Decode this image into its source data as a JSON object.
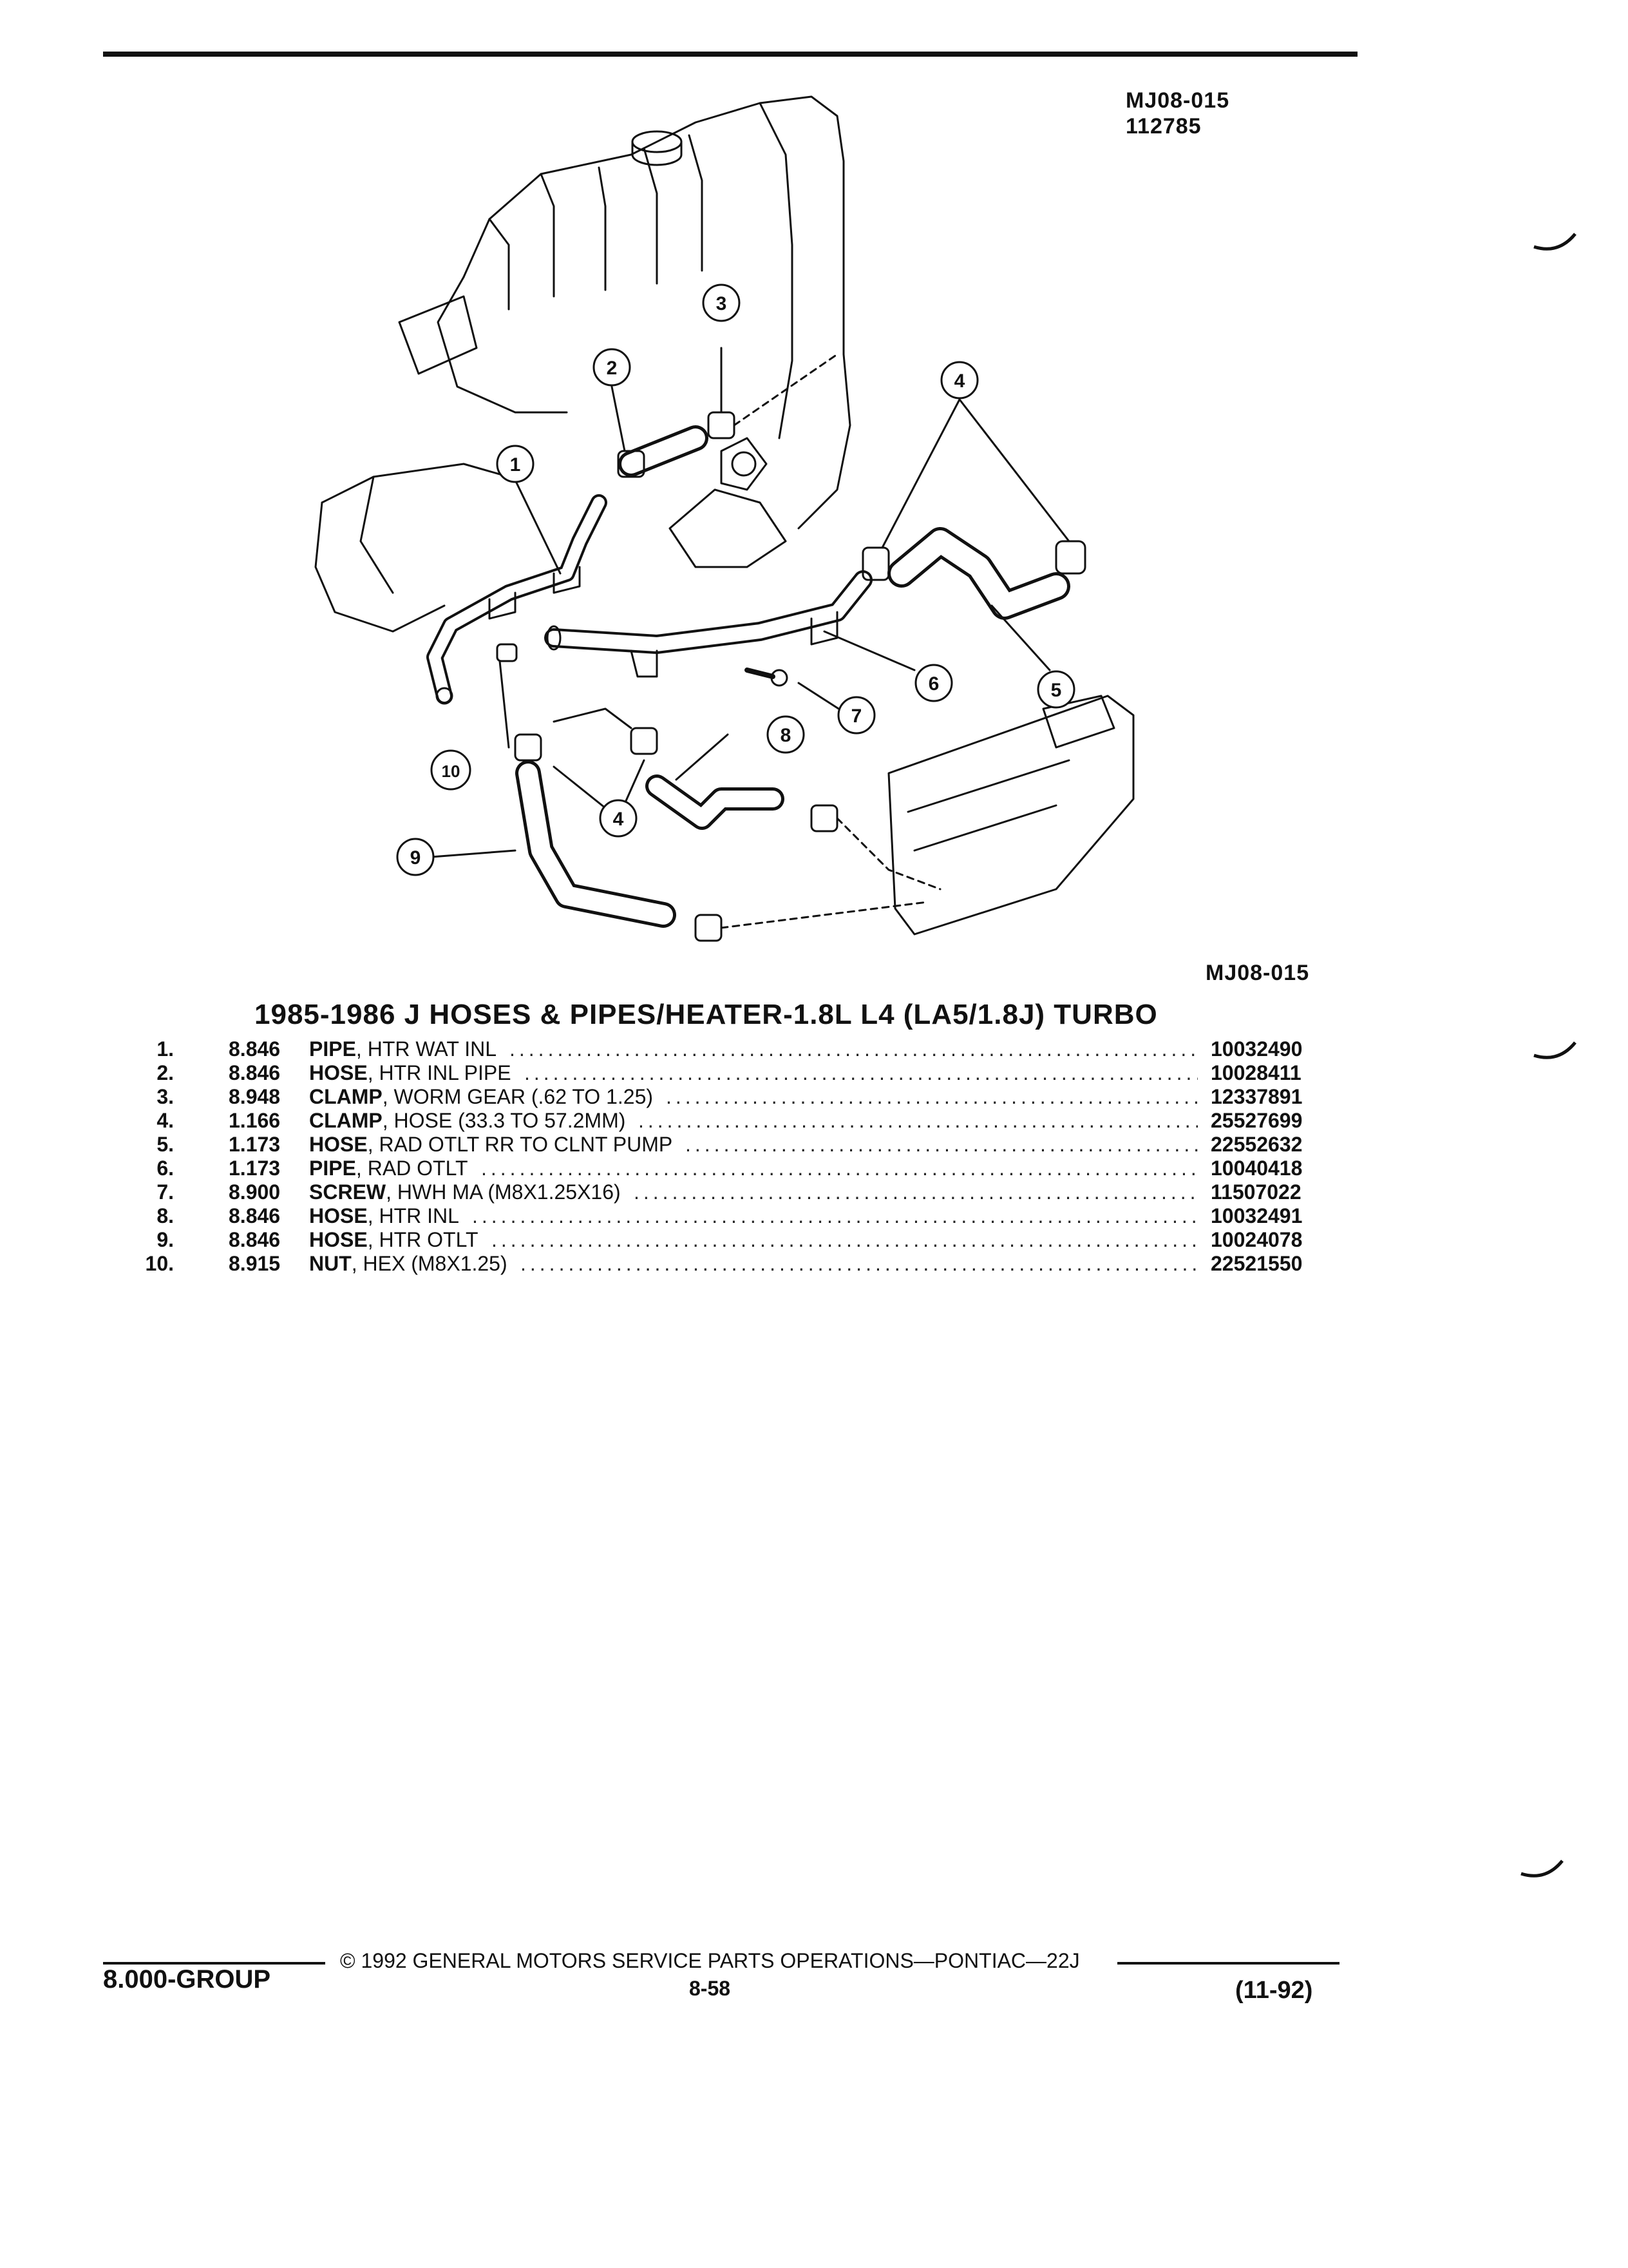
{
  "diagram": {
    "code": "MJ08-015",
    "number": "112785",
    "bottom_code": "MJ08-015",
    "callouts": [
      "1",
      "2",
      "3",
      "4",
      "4",
      "5",
      "6",
      "7",
      "8",
      "9",
      "10"
    ]
  },
  "title": "1985-1986 J HOSES & PIPES/HEATER-1.8L L4 (LA5/1.8J) TURBO",
  "parts": [
    {
      "num": "1.",
      "group": "8.846",
      "name": "PIPE",
      "desc": ", HTR WAT INL",
      "pn": "10032490"
    },
    {
      "num": "2.",
      "group": "8.846",
      "name": "HOSE",
      "desc": ", HTR INL PIPE",
      "pn": "10028411"
    },
    {
      "num": "3.",
      "group": "8.948",
      "name": "CLAMP",
      "desc": ", WORM GEAR (.62 TO 1.25)",
      "pn": "12337891"
    },
    {
      "num": "4.",
      "group": "1.166",
      "name": "CLAMP",
      "desc": ", HOSE (33.3 TO 57.2MM)",
      "pn": "25527699"
    },
    {
      "num": "5.",
      "group": "1.173",
      "name": "HOSE",
      "desc": ", RAD OTLT RR TO CLNT PUMP",
      "pn": "22552632"
    },
    {
      "num": "6.",
      "group": "1.173",
      "name": "PIPE",
      "desc": ", RAD OTLT",
      "pn": "10040418"
    },
    {
      "num": "7.",
      "group": "8.900",
      "name": "SCREW",
      "desc": ", HWH MA (M8X1.25X16)",
      "pn": "11507022"
    },
    {
      "num": "8.",
      "group": "8.846",
      "name": "HOSE",
      "desc": ", HTR INL",
      "pn": "10032491"
    },
    {
      "num": "9.",
      "group": "8.846",
      "name": "HOSE",
      "desc": ", HTR OTLT",
      "pn": "10024078"
    },
    {
      "num": "10.",
      "group": "8.915",
      "name": "NUT",
      "desc": ", HEX (M8X1.25)",
      "pn": "22521550"
    }
  ],
  "footer": {
    "group": "8.000-GROUP",
    "copyright": "© 1992 GENERAL MOTORS SERVICE PARTS OPERATIONS—PONTIAC—22J",
    "page": "8-58",
    "date": "(11-92)"
  }
}
